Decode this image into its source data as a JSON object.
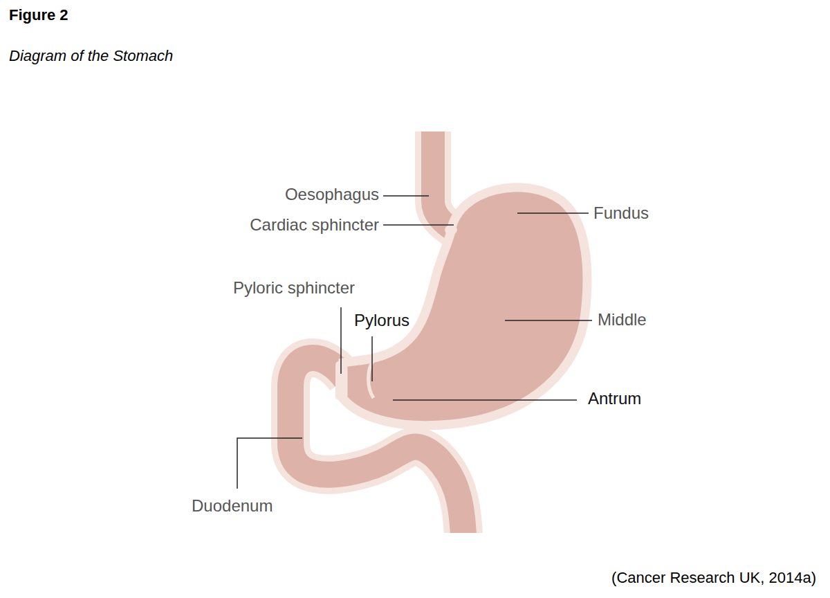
{
  "diagram": {
    "title": "Figure 2",
    "caption": "Diagram of the Stomach",
    "labels": [
      "Oesophagus",
      "Cardiac sphincter",
      "Fundus",
      "Pyloric sphincter",
      "Pylorus",
      "Middle",
      "Antrum",
      "Duodenum",
      "(Cancer Research UK, 2014a)"
    ]
  }
}
